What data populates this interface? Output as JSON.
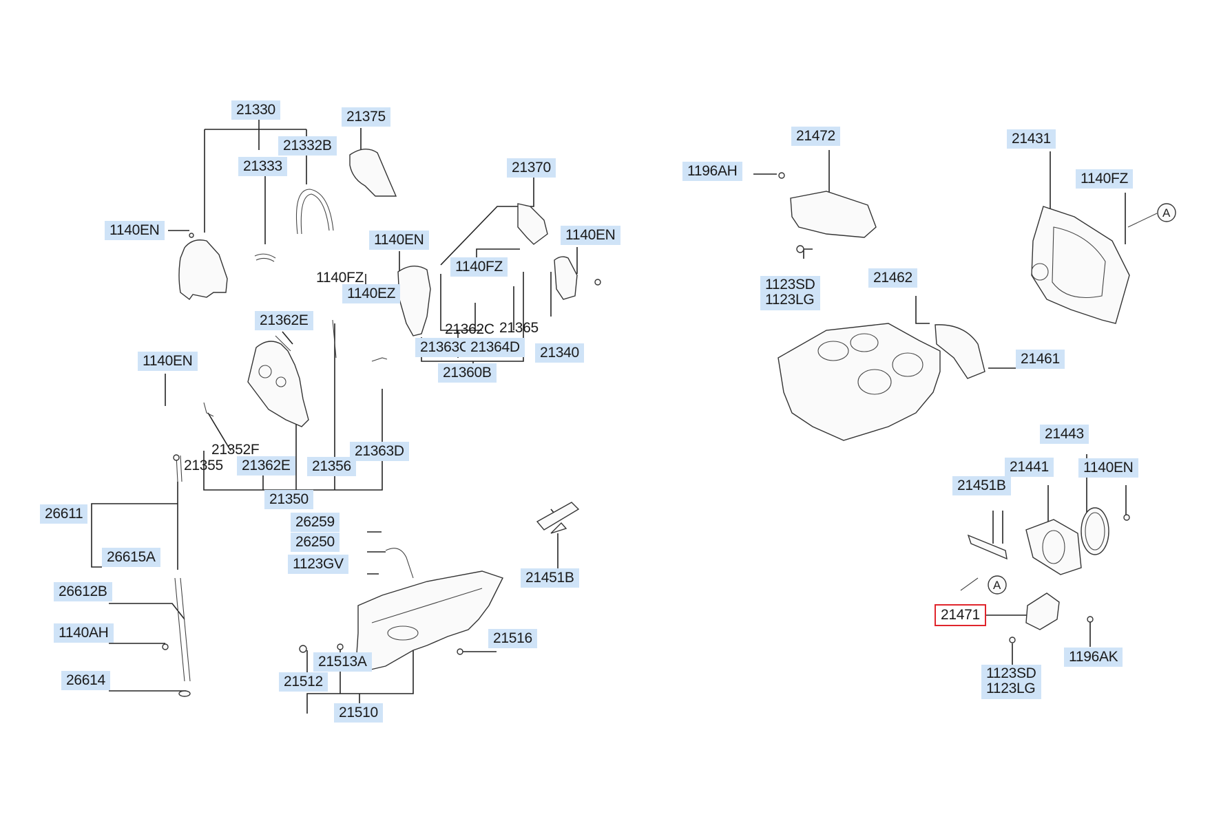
{
  "diagram": {
    "selected_part": "21471",
    "accent_color": "#e0242b",
    "label_bg_color": "#cfe3f7",
    "callout_markers": [
      "A",
      "A"
    ],
    "labels": {
      "l21330": "21330",
      "l21375": "21375",
      "l21332b": "21332B",
      "l21333": "21333",
      "l1140en_a": "1140EN",
      "l21370": "21370",
      "l1140en_b": "1140EN",
      "l1140en_c": "1140EN",
      "l1140fz_a": "1140FZ",
      "l1140fz_b": "1140FZ",
      "l1140ez": "1140EZ",
      "l21362e_a": "21362E",
      "l21362c": "21362C",
      "l21365": "21365",
      "l21363c": "21363C",
      "l21364d": "21364D",
      "l21340": "21340",
      "l21360b": "21360B",
      "l1140en_d": "1140EN",
      "l21352f": "21352F",
      "l21355": "21355",
      "l21362e_b": "21362E",
      "l21356": "21356",
      "l21363d": "21363D",
      "l21350": "21350",
      "l26611": "26611",
      "l26615a": "26615A",
      "l26612b": "26612B",
      "l1140ah": "1140AH",
      "l26614": "26614",
      "l26259": "26259",
      "l26250": "26250",
      "l1123gv": "1123GV",
      "l21451b_a": "21451B",
      "l21516": "21516",
      "l21513a": "21513A",
      "l21512": "21512",
      "l21510": "21510",
      "l1196ah": "1196AH",
      "l21472": "21472",
      "l1123sd_a": "1123SD",
      "l1123lg_a": "1123LG",
      "l21431": "21431",
      "l1140fz_c": "1140FZ",
      "l21462": "21462",
      "l21461": "21461",
      "l21443": "21443",
      "l21441": "21441",
      "l1140en_e": "1140EN",
      "l21451b_b": "21451B",
      "l21471": "21471",
      "l1196ak": "1196AK",
      "l1123sd_b": "1123SD",
      "l1123lg_b": "1123LG"
    }
  }
}
